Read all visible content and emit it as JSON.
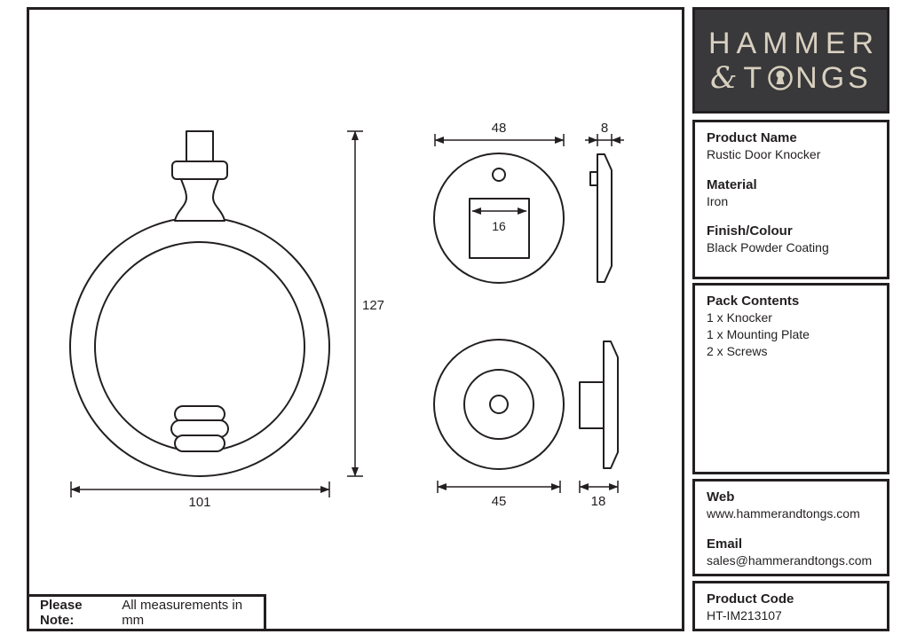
{
  "brand": {
    "word1": "HAMMER",
    "amp": "&",
    "word2_pre": "T",
    "word2_post": "NGS"
  },
  "panel": {
    "product_name": {
      "label": "Product Name",
      "value": "Rustic Door Knocker"
    },
    "material": {
      "label": "Material",
      "value": "Iron"
    },
    "finish": {
      "label": "Finish/Colour",
      "value": "Black Powder Coating"
    },
    "pack": {
      "label": "Pack Contents",
      "items": [
        "1 x Knocker",
        "1 x Mounting Plate",
        "2 x Screws"
      ]
    },
    "web": {
      "label": "Web",
      "value": "www.hammerandtongs.com"
    },
    "email": {
      "label": "Email",
      "value": "sales@hammerandtongs.com"
    },
    "code": {
      "label": "Product Code",
      "value": "HT-IM213107"
    }
  },
  "note": {
    "label": "Please Note:",
    "text": "All measurements in mm"
  },
  "drawing": {
    "units": "mm",
    "dims": {
      "knocker_height": "127",
      "knocker_width": "101",
      "plate_top_width": "48",
      "plate_top_depth": "8",
      "square_cutout": "16",
      "plate_bottom_width": "45",
      "plate_bottom_depth": "18"
    }
  },
  "colors": {
    "line": "#231f20",
    "logo_bg": "#39383b",
    "logo_text": "#d8d0bf"
  }
}
